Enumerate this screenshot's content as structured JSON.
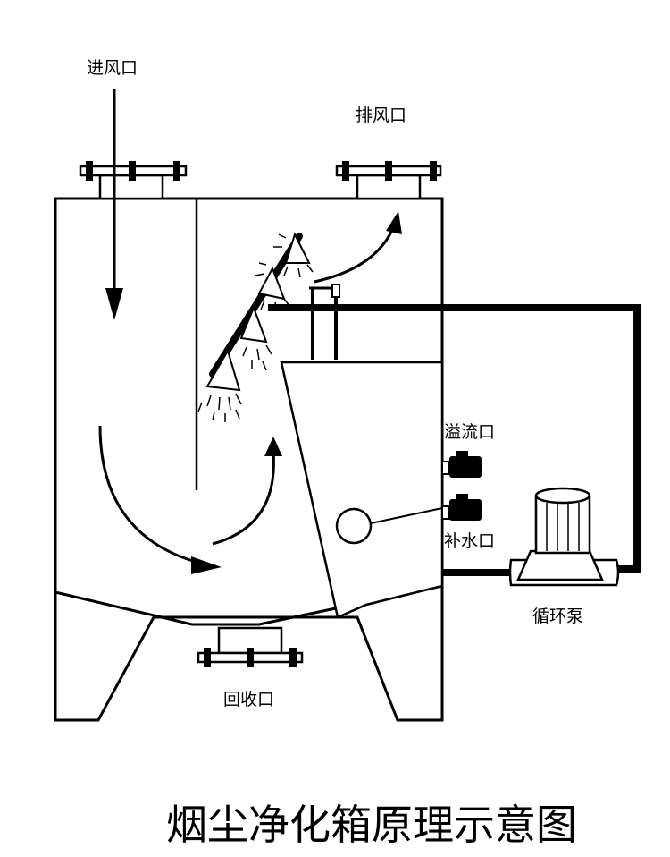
{
  "title": "烟尘净化箱原理示意图",
  "labels": {
    "inlet": "进风口",
    "outlet": "排风口",
    "overflow": "溢流口",
    "makeup": "补水口",
    "pump": "循环泵",
    "recovery": "回收口"
  }
}
